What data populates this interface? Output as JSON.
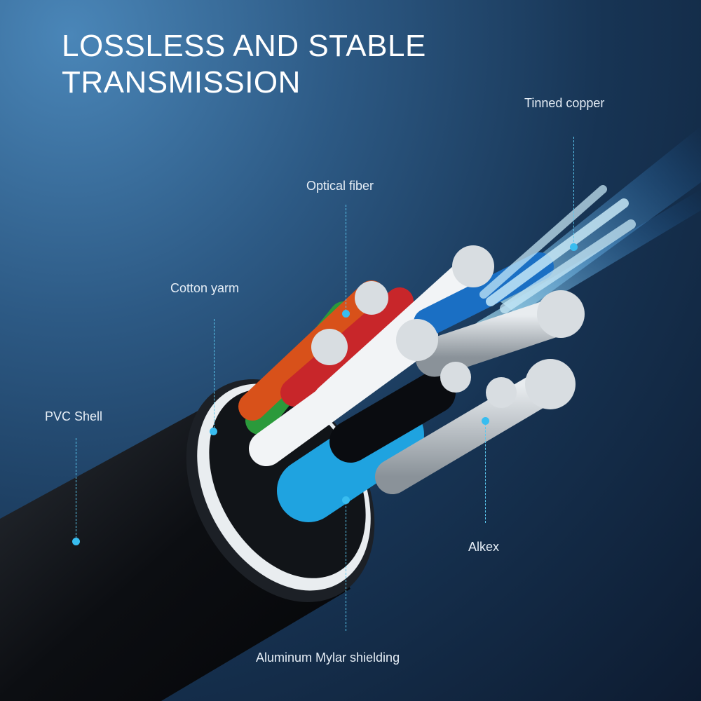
{
  "title": {
    "line1": "LOSSLESS AND STABLE",
    "line2": "TRANSMISSION"
  },
  "labels": {
    "tinned_copper": "Tinned copper",
    "optical_fiber": "Optical fiber",
    "cotton_yarn": "Cotton yarm",
    "pvc_shell": "PVC Shell",
    "alkex": "Alkex",
    "aluminum_mylar": "Aluminum Mylar shielding"
  },
  "colors": {
    "accent": "#38bdf0",
    "background": "#173454"
  }
}
